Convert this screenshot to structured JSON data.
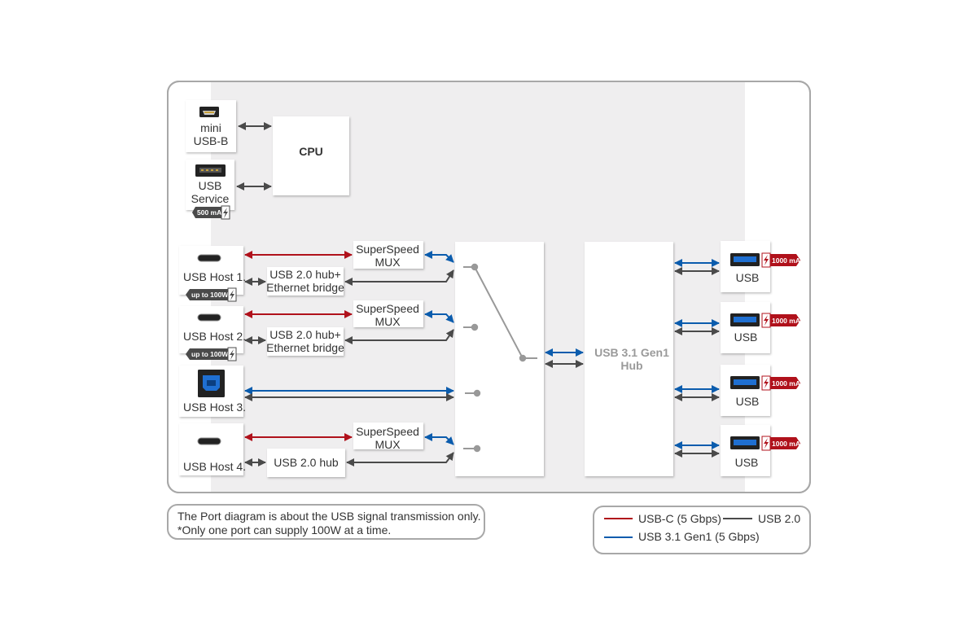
{
  "colors": {
    "usb_c": "#b0111b",
    "usb_31": "#0b5cad",
    "usb_20": "#4a4a4a",
    "panel_bg": "#efeeef",
    "frame": "#a8a8a8",
    "switch": "#999999"
  },
  "icons": {
    "mini_usb_b": "mini-usb-b-port-icon",
    "usb_a_black": "usb-a-port-icon",
    "usb_c": "usb-c-port-icon",
    "usb_b_blue": "usb-b-port-icon",
    "usb_a_blue": "usb-3-a-port-icon",
    "power": "lightning-icon"
  },
  "left_ports": {
    "mini_usb_b": [
      "mini",
      "USB-B"
    ],
    "usb_service": [
      "USB",
      "Service"
    ],
    "usb_service_badge": "500 mA",
    "host1": "USB Host 1.",
    "host1_badge": "up to 100W*",
    "host2": "USB Host 2.",
    "host2_badge": "up to 100W*",
    "host3": "USB Host 3.",
    "host4": "USB Host 4."
  },
  "blocks": {
    "cpu": "CPU",
    "mux1": [
      "SuperSpeed",
      "MUX"
    ],
    "mux2": [
      "SuperSpeed",
      "MUX"
    ],
    "mux4": [
      "SuperSpeed",
      "MUX"
    ],
    "hub_eth1": [
      "USB 2.0 hub+",
      "Ethernet bridge"
    ],
    "hub_eth2": [
      "USB 2.0 hub+",
      "Ethernet bridge"
    ],
    "hub4": "USB 2.0 hub",
    "usb31_hub": [
      "USB 3.1 Gen1",
      "Hub"
    ]
  },
  "right_ports": [
    {
      "label": "USB",
      "badge": "1000 mA"
    },
    {
      "label": "USB",
      "badge": "1000 mA"
    },
    {
      "label": "USB",
      "badge": "1000 mA"
    },
    {
      "label": "USB",
      "badge": "1000 mA"
    }
  ],
  "note": [
    "The Port diagram is about the USB signal transmission only.",
    "*Only one port can supply 100W at a time."
  ],
  "legend": {
    "usb_c": "USB-C (5 Gbps)",
    "usb_20": "USB 2.0",
    "usb_31": "USB 3.1 Gen1 (5 Gbps)"
  }
}
